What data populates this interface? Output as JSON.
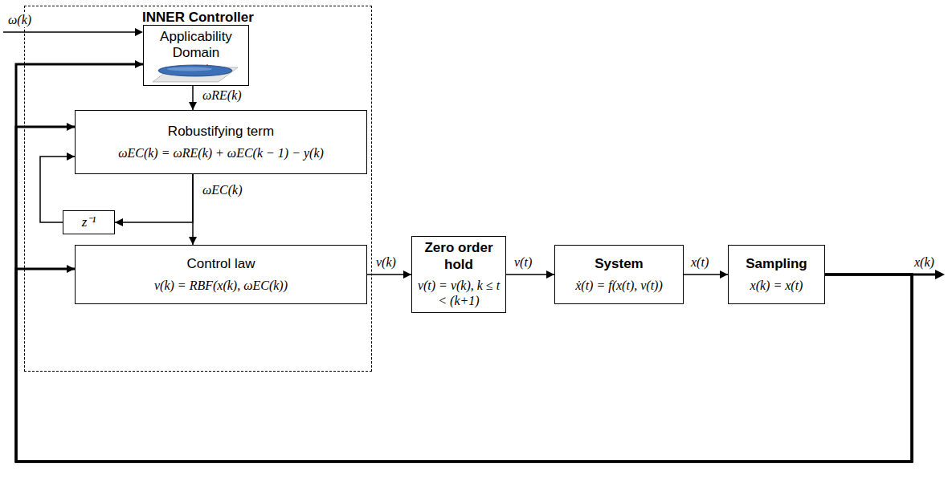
{
  "diagram": {
    "nodes": [
      {
        "text": [
          "INNER Controller"
        ]
      },
      {
        "text": [
          "Applicability Domain"
        ],
        "in": 0
      },
      {
        "text": [
          "Robustifying term",
          "ωEC(k) = ωRE(k) + ωEC(k − 1) − y(k)"
        ],
        "in": 0
      },
      {
        "text": [
          "Control law",
          "v(k) = RBF(x(k), ωEC(k))"
        ],
        "in": 0
      },
      {
        "text": [
          "Zero order hold",
          "v(t) = v(k), k ≤ t < (k+1)"
        ]
      },
      {
        "text": [
          "System",
          "ẋ(t) = f(x(t), v(t))"
        ]
      },
      {
        "text": [
          "Sampling",
          "x(k) = x(t)"
        ]
      },
      {
        "text": [
          "z⁻¹"
        ],
        "in": 0
      }
    ],
    "edges": [
      {
        "from": 1,
        "to": 2,
        "arrow": "to",
        "label": "ωRE(k)"
      },
      {
        "from": 2,
        "to": 3,
        "arrow": "to",
        "label": "ωEC(k)"
      },
      {
        "from": 2,
        "to": 7,
        "arrow": "to"
      },
      {
        "from": 7,
        "to": 2,
        "arrow": "to"
      },
      {
        "from": 3,
        "to": 4,
        "arrow": "to",
        "label": "v(k)"
      },
      {
        "from": 4,
        "to": 5,
        "arrow": "to",
        "label": "v(t)"
      },
      {
        "from": 5,
        "to": 6,
        "arrow": "to",
        "label": "x(t)"
      },
      {
        "from": 6,
        "to": 1,
        "arrow": "to",
        "label": "x(k)"
      },
      {
        "from": 6,
        "to": 2,
        "arrow": "to"
      },
      {
        "from": 6,
        "to": 3,
        "arrow": "to"
      }
    ],
    "labels": [
      "ω(k)"
    ]
  }
}
